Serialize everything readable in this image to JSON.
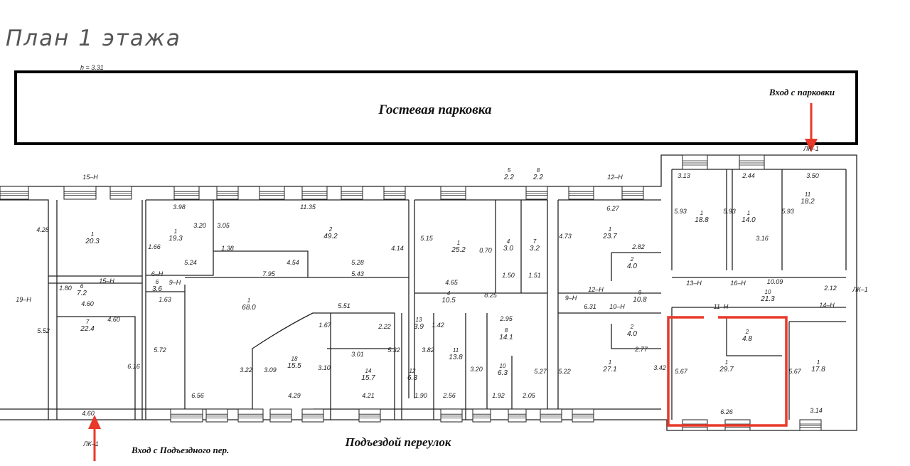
{
  "title": "План 1 этажа",
  "height_note": "h = 3.31",
  "parking_label": "Гостевая парковка",
  "entrance_parking": "Вход с парковки",
  "entrance_lane": "Вход с Подъездного пер.",
  "street_label": "Подъездой переулок",
  "colors": {
    "highlight": "#e8392a",
    "walls": "#222222",
    "parking_border": "#000000"
  },
  "rooms": [
    {
      "num": "1",
      "area": "20.3"
    },
    {
      "num": "6",
      "area": "7.2"
    },
    {
      "num": "7",
      "area": "22.4"
    },
    {
      "num": "1",
      "area": "19.3"
    },
    {
      "num": "6",
      "area": "3.6"
    },
    {
      "num": "2",
      "area": "49.2"
    },
    {
      "num": "1",
      "area": "68.0"
    },
    {
      "num": "1",
      "area": "25.2"
    },
    {
      "num": "4",
      "area": "3.0"
    },
    {
      "num": "7",
      "area": "3.2"
    },
    {
      "num": "4",
      "area": "10.5"
    },
    {
      "num": "18",
      "area": "15.5"
    },
    {
      "num": "14",
      "area": "15.7"
    },
    {
      "num": "11",
      "area": "13.8"
    },
    {
      "num": "12",
      "area": "6.3"
    },
    {
      "num": "10",
      "area": "6.3"
    },
    {
      "num": "8",
      "area": "14.1"
    },
    {
      "num": "1",
      "area": "23.7"
    },
    {
      "num": "2",
      "area": "4.0"
    },
    {
      "num": "9",
      "area": "10.8"
    },
    {
      "num": "1",
      "area": "27.1"
    },
    {
      "num": "2",
      "area": "4.0"
    },
    {
      "num": "1",
      "area": "18.8"
    },
    {
      "num": "1",
      "area": "14.0"
    },
    {
      "num": "11",
      "area": "18.2"
    },
    {
      "num": "10",
      "area": "21.3"
    },
    {
      "num": "1",
      "area": "29.7"
    },
    {
      "num": "2",
      "area": "4.8"
    },
    {
      "num": "1",
      "area": "17.8"
    },
    {
      "num": "13",
      "area": "3.9"
    },
    {
      "num": "5",
      "area": "2.2"
    },
    {
      "num": "8",
      "area": "2.2"
    }
  ],
  "dimensions": [
    "3.98",
    "11.35",
    "3.20",
    "3.05",
    "1.66",
    "1.38",
    "5.24",
    "7.95",
    "4.54",
    "1.63",
    "5.28",
    "5.43",
    "4.14",
    "5.15",
    "4.65",
    "8.25",
    "2.95",
    "0.70",
    "1.50",
    "1.51",
    "4.73",
    "6.27",
    "2.82",
    "6.31",
    "2.77",
    "3.13",
    "2.44",
    "3.50",
    "5.93",
    "5.93",
    "5.93",
    "3.16",
    "10.09",
    "2.12",
    "5.67",
    "5.67",
    "6.26",
    "3.14",
    "3.42",
    "5.22",
    "5.27",
    "5.32",
    "3.82",
    "3.20",
    "1.92",
    "2.05",
    "2.56",
    "1.90",
    "4.21",
    "4.29",
    "6.56",
    "3.22",
    "3.09",
    "3.10",
    "5.72",
    "6.16",
    "5.52",
    "4.60",
    "4.60",
    "4.60",
    "1.80",
    "4.28",
    "3.01",
    "5.51",
    "1.42",
    "1.67",
    "2.22"
  ],
  "axis_marks": [
    "15–Н",
    "15–Н",
    "19–Н",
    "6–Н",
    "9–Н",
    "12–Н",
    "12–Н",
    "10–Н",
    "9–Н",
    "13–Н",
    "16–Н",
    "11–Н",
    "14–Н",
    "ЛК–1",
    "ЛК–1",
    "ЛК–1"
  ]
}
